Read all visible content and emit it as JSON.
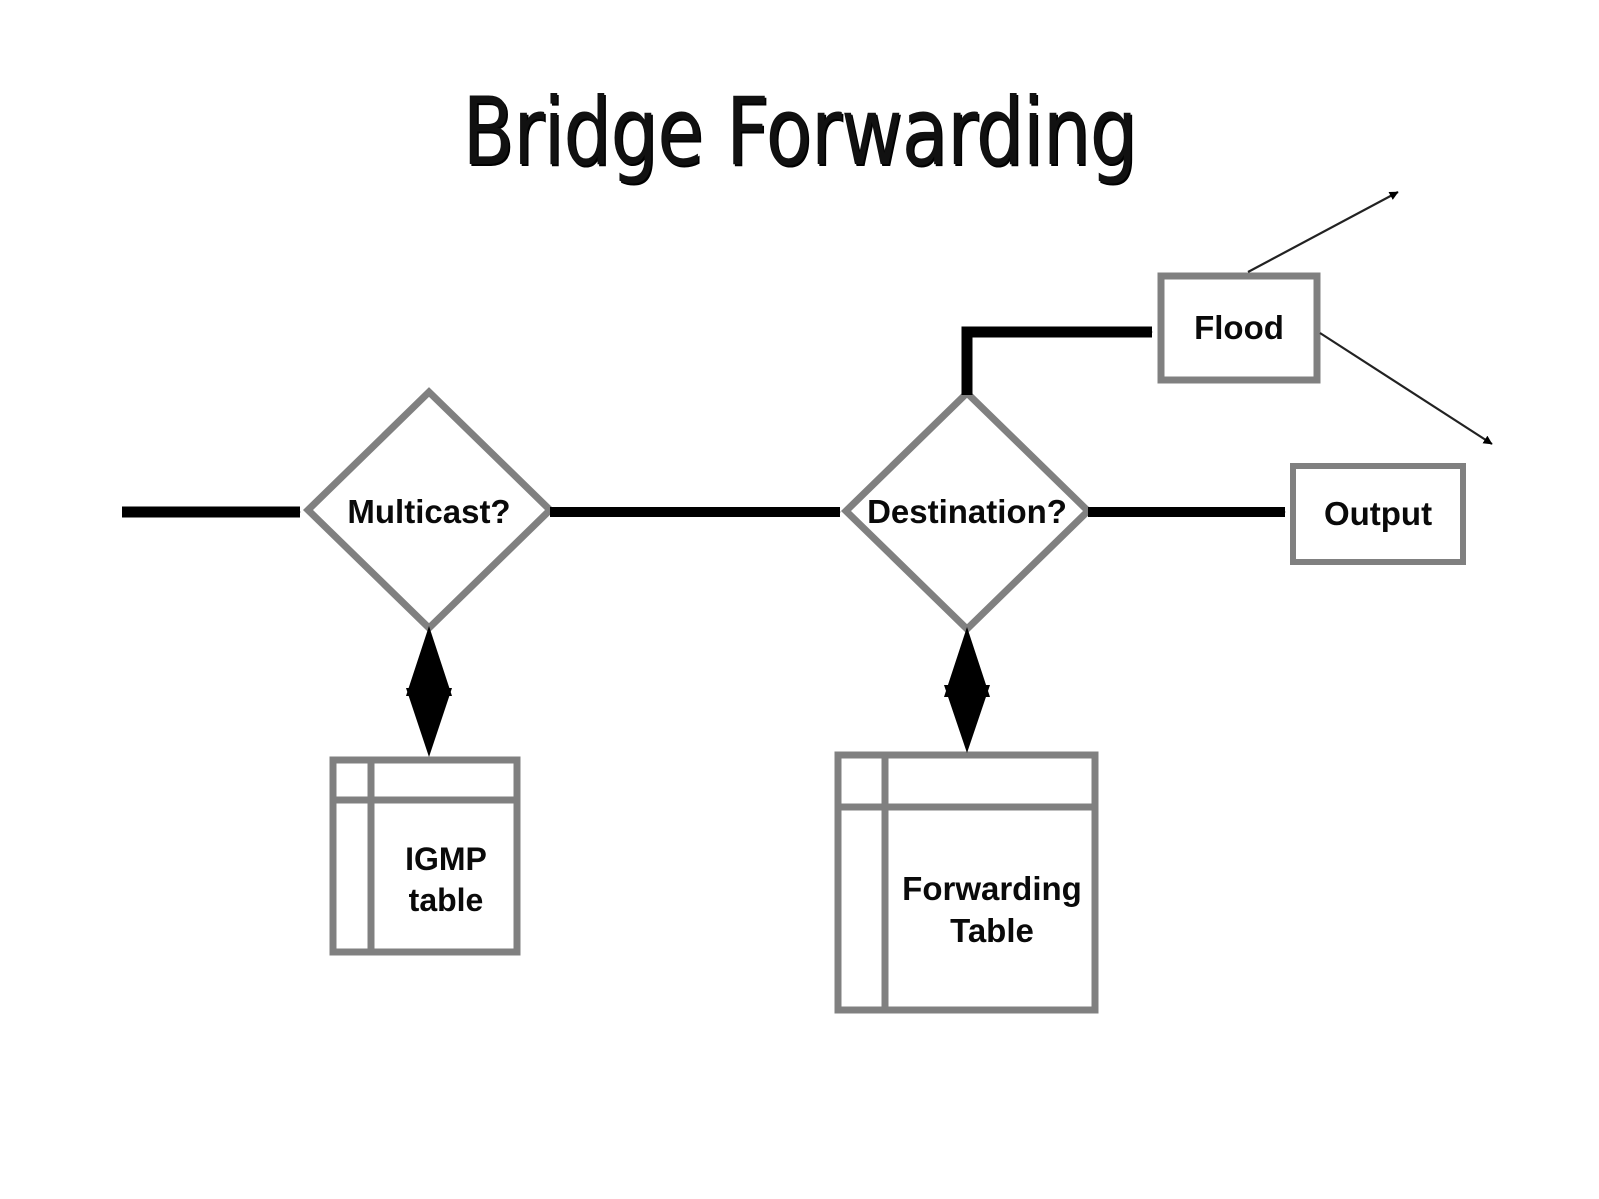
{
  "title": "Bridge Forwarding",
  "colors": {
    "shape_border_gray": "#808080",
    "arrow_black": "#000000",
    "text_black": "#0a0a0a",
    "background": "#ffffff"
  },
  "nodes": {
    "multicast": {
      "label": "Multicast?",
      "shape": "diamond",
      "icon": "decision-diamond-icon"
    },
    "destination": {
      "label": "Destination?",
      "shape": "diamond",
      "icon": "decision-diamond-icon"
    },
    "flood": {
      "label": "Flood",
      "shape": "rectangle",
      "icon": "process-box-icon"
    },
    "output": {
      "label": "Output",
      "shape": "rectangle",
      "icon": "process-box-icon"
    },
    "igmp_table": {
      "label_line1": "IGMP",
      "label_line2": "table",
      "shape": "table",
      "icon": "table-icon"
    },
    "forwarding_table": {
      "label_line1": "Forwarding",
      "label_line2": "Table",
      "shape": "table",
      "icon": "table-icon"
    }
  },
  "edges": [
    {
      "name": "input-to-multicast",
      "from": "input",
      "to": "multicast",
      "style": "thick-arrow",
      "direction": "one-way"
    },
    {
      "name": "multicast-to-destination",
      "from": "multicast",
      "to": "destination",
      "style": "thick-arrow",
      "direction": "one-way"
    },
    {
      "name": "multicast-to-igmp-table",
      "from": "multicast",
      "to": "igmp_table",
      "style": "thick-arrow",
      "direction": "two-way"
    },
    {
      "name": "destination-to-forwarding-table",
      "from": "destination",
      "to": "forwarding_table",
      "style": "thick-arrow",
      "direction": "two-way"
    },
    {
      "name": "destination-to-flood",
      "from": "destination",
      "to": "flood",
      "style": "thick-elbow-arrow",
      "direction": "one-way"
    },
    {
      "name": "destination-to-output",
      "from": "destination",
      "to": "output",
      "style": "thick-arrow",
      "direction": "one-way"
    },
    {
      "name": "flood-out-upper",
      "from": "flood",
      "to": "port-upper",
      "style": "thin-arrow",
      "direction": "one-way"
    },
    {
      "name": "flood-out-lower",
      "from": "flood",
      "to": "port-lower",
      "style": "thin-arrow",
      "direction": "one-way"
    }
  ]
}
